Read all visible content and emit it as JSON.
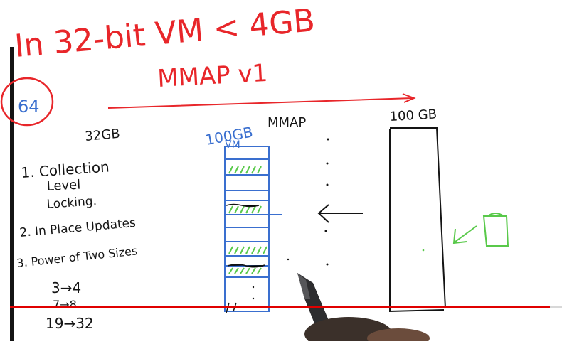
{
  "colors": {
    "red": "#e8262a",
    "black": "#141414",
    "blue": "#3a6fcf",
    "green": "#59c94a",
    "progress_red": "#e00000",
    "progress_track": "#d8d8d8"
  },
  "heading": {
    "title": "In 32-bit VM < 4GB",
    "subtitle": "MMAP v1",
    "circled_number": "64"
  },
  "notes": {
    "memory_label": "32GB",
    "items": [
      "1. Collection",
      "Level",
      "Locking.",
      "2. In Place Updates",
      "3. Power of Two Sizes"
    ],
    "size_examples": [
      "3→4",
      "7→8",
      "19→32"
    ]
  },
  "diagram": {
    "vm_label": "100GB",
    "vm_sublabel": "VM",
    "mmap_label": "MMAP",
    "disk_label": "100 GB"
  },
  "video": {
    "progress": 0.978,
    "icons": [
      "pen-icon",
      "trash-can-icon"
    ]
  }
}
